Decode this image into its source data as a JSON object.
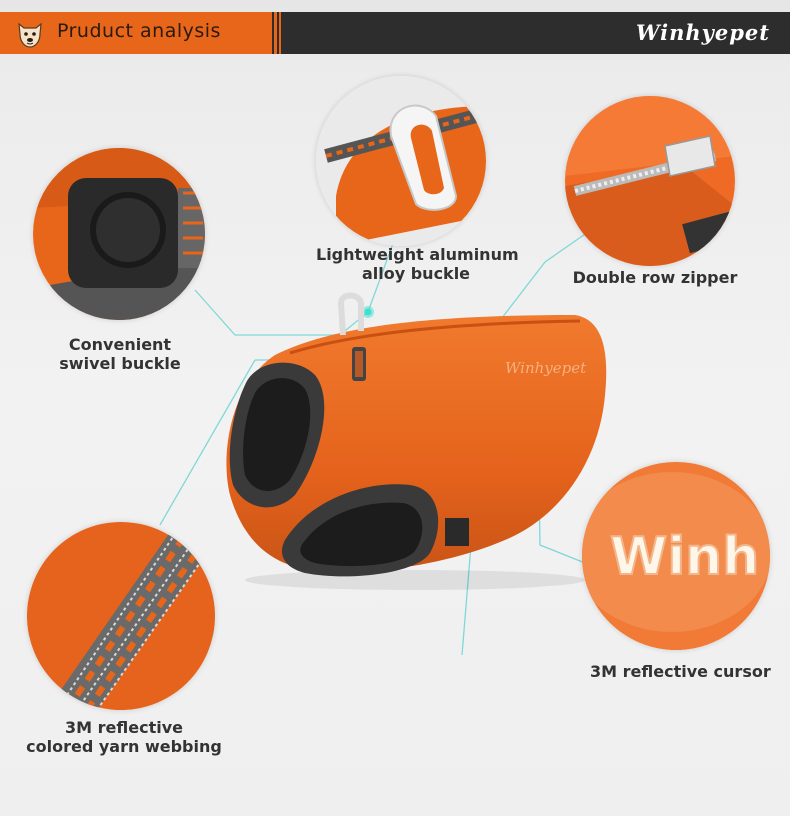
{
  "header": {
    "title": "Pruduct  analysis",
    "brand": "Winhyepet",
    "logo_icon": "dog-face-icon"
  },
  "product": {
    "vest_logo_text": "Winhyepet",
    "color_accent": "#e8661a",
    "color_trim": "#4a4a4a"
  },
  "callouts": [
    {
      "line1": "Lightweight aluminum",
      "line2": "alloy buckle"
    },
    {
      "line1": "Double row zipper",
      "line2": ""
    },
    {
      "line1": "Convenient",
      "line2": "swivel buckle"
    },
    {
      "line1": "3M reflective cursor",
      "line2": ""
    },
    {
      "line1": "3M reflective",
      "line2": "colored yarn webbing"
    }
  ],
  "reflective_text": "Winh"
}
